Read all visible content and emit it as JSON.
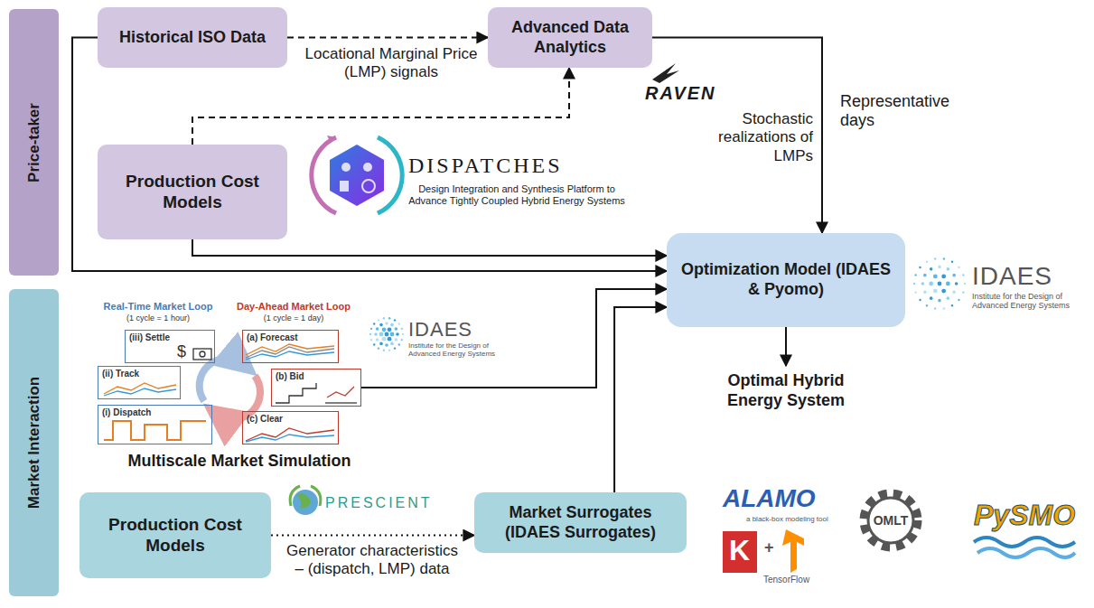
{
  "diagram": {
    "nodes": [
      {
        "text": [
          "Price-taker"
        ]
      },
      {
        "text": [
          "Market Interaction"
        ]
      },
      {
        "text": [
          "Historical ISO Data"
        ]
      },
      {
        "text": [
          "Advanced Data Analytics"
        ]
      },
      {
        "text": [
          "Production Cost Models"
        ]
      },
      {
        "text": [
          "Optimization Model (IDAES & Pyomo)"
        ]
      },
      {
        "text": [
          "Multiscale Market Simulation"
        ]
      },
      {
        "text": [
          "(iii) Settle"
        ],
        "in": 6
      },
      {
        "text": [
          "(ii) Track"
        ],
        "in": 6
      },
      {
        "text": [
          "(i) Dispatch"
        ],
        "in": 6
      },
      {
        "text": [
          "(a) Forecast"
        ],
        "in": 6
      },
      {
        "text": [
          "(b) Bid"
        ],
        "in": 6
      },
      {
        "text": [
          "(c) Clear"
        ],
        "in": 6
      },
      {
        "text": [
          "Optimal Hybrid Energy System"
        ]
      },
      {
        "text": [
          "Production Cost Models"
        ]
      },
      {
        "text": [
          "Market Surrogates (IDAES Surrogates)"
        ]
      }
    ],
    "edges": [
      {
        "from": 2,
        "to": 3,
        "label": "Locational Marginal Price (LMP) signals",
        "arrow": "to"
      },
      {
        "from": 4,
        "to": 3,
        "arrow": "to"
      },
      {
        "from": 2,
        "to": 5,
        "arrow": "to"
      },
      {
        "from": 4,
        "to": 5,
        "arrow": "to"
      },
      {
        "from": 3,
        "to": 5,
        "label": "Stochastic realizations of LMPs",
        "arrow": "to"
      },
      {
        "from": 11,
        "to": 5,
        "arrow": "to"
      },
      {
        "from": 15,
        "to": 5,
        "arrow": "to"
      },
      {
        "from": 5,
        "to": 13,
        "arrow": "to"
      },
      {
        "from": 14,
        "to": 15,
        "label": "Generator characteristics – (dispatch, LMP) data",
        "arrow": "to"
      }
    ],
    "labels": [
      "RAVEN",
      "DISPATCHES",
      "Design Integration and Synthesis Platform to Advance Tightly Coupled Hybrid Energy Systems",
      "Representative days",
      "IDAES",
      "Institute for the Design of Advanced Energy Systems",
      "Real-Time Market Loop",
      "(1 cycle = 1 hour)",
      "Day-Ahead Market Loop",
      "(1 cycle = 1 day)",
      "$",
      "IDAES",
      "Institute for the Design of Advanced Energy Systems",
      "PRESCIENT",
      "ALAMO",
      "a black-box modeling tool",
      "K",
      "+",
      "TensorFlow",
      "OMLT",
      "PySMO"
    ]
  }
}
